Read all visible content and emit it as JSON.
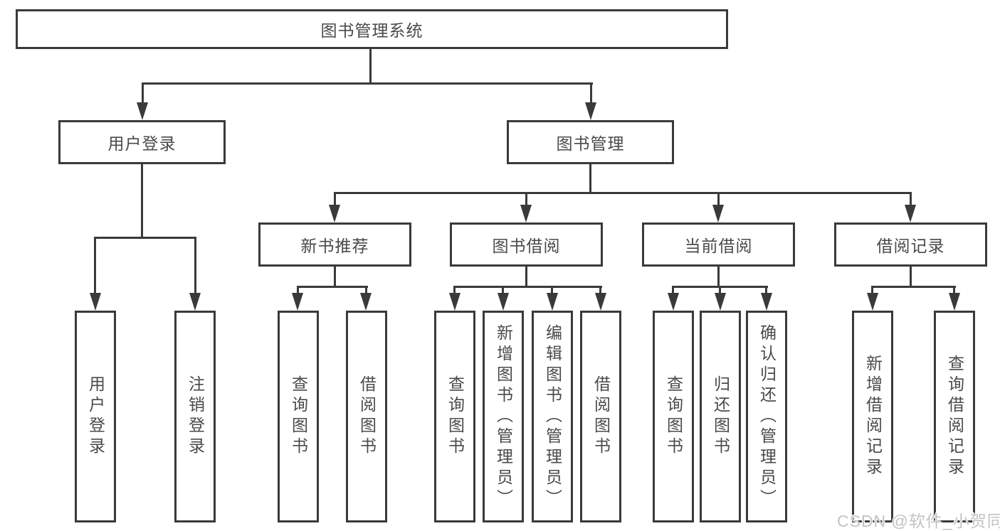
{
  "diagram": {
    "root": {
      "label": "图书管理系统"
    },
    "level2": [
      {
        "label": "用户登录"
      },
      {
        "label": "图书管理"
      }
    ],
    "level3": [
      {
        "label": "新书推荐"
      },
      {
        "label": "图书借阅"
      },
      {
        "label": "当前借阅"
      },
      {
        "label": "借阅记录"
      }
    ],
    "leaves": {
      "user_login": [
        {
          "label": "用户登录"
        },
        {
          "label": "注销登录"
        }
      ],
      "new_book_rec": [
        {
          "label": "查询图书"
        },
        {
          "label": "借阅图书"
        }
      ],
      "book_borrow": [
        {
          "label": "查询图书"
        },
        {
          "label": "新增图书（管理员）"
        },
        {
          "label": "编辑图书（管理员）"
        },
        {
          "label": "借阅图书"
        }
      ],
      "current_borrow": [
        {
          "label": "查询图书"
        },
        {
          "label": "归还图书"
        },
        {
          "label": "确认归还（管理员）"
        }
      ],
      "borrow_record": [
        {
          "label": "新增借阅记录"
        },
        {
          "label": "查询借阅记录"
        }
      ]
    },
    "watermark": "CSDN @软件_小贺同学",
    "colors": {
      "line": "#3a3a3a",
      "text": "#4a4a4a",
      "watermark": "#c3c3c3",
      "background": "#ffffff"
    }
  }
}
